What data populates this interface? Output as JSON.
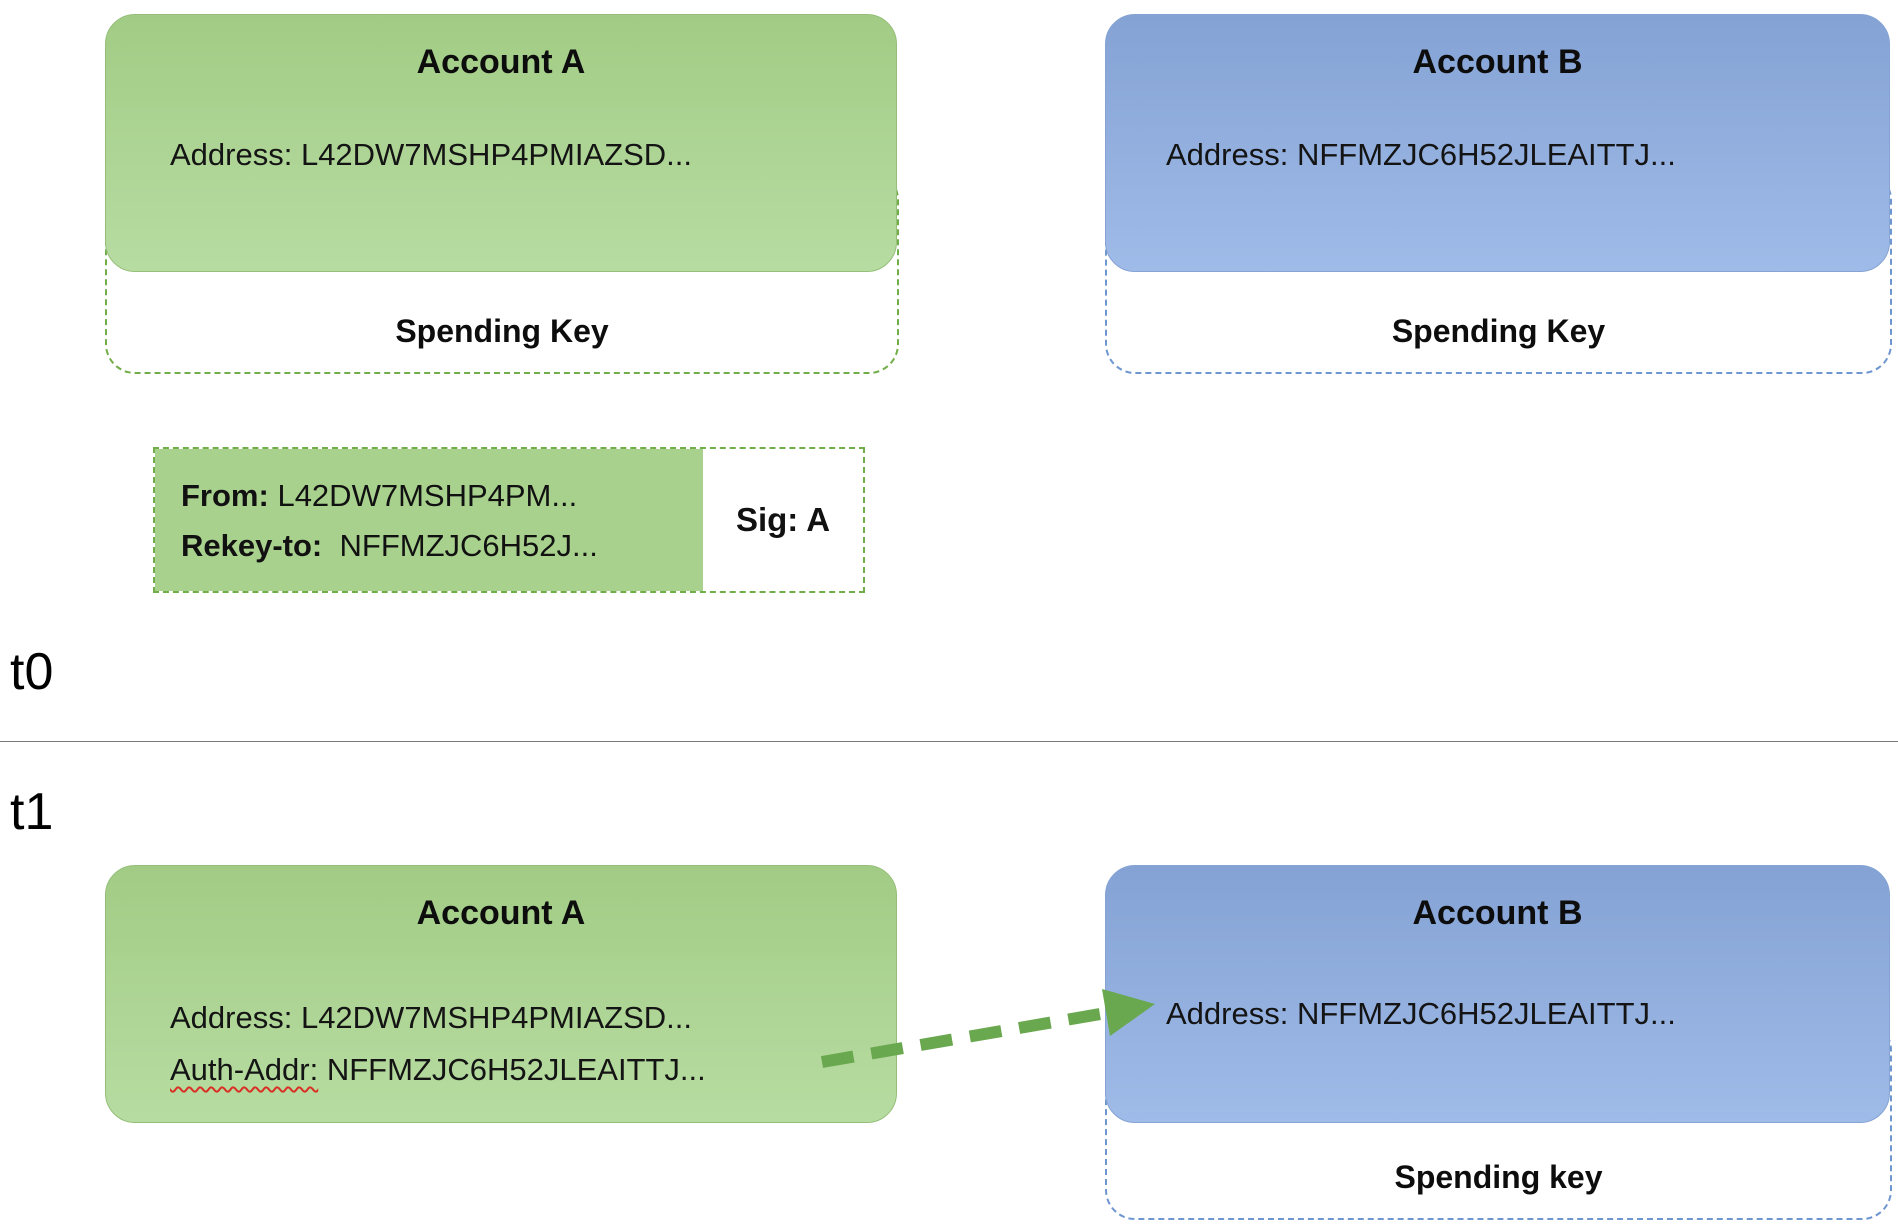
{
  "colors": {
    "account_a_fill": "#a9d18e",
    "account_b_fill": "#8faadc",
    "arrow_green": "#6aa84f",
    "dash_green": "#71ad48",
    "dash_blue": "#6e96cf"
  },
  "t0": {
    "label": "t0",
    "account_a": {
      "title": "Account A",
      "address": "Address: L42DW7MSHP4PMIAZSD...",
      "key_label": "Spending Key"
    },
    "account_b": {
      "title": "Account B",
      "address": "Address: NFFMZJC6H52JLEAITTJ...",
      "key_label": "Spending Key"
    },
    "transaction": {
      "from_label": "From:",
      "from_value": "L42DW7MSHP4PM...",
      "rekey_label": "Rekey-to:",
      "rekey_value": "NFFMZJC6H52J...",
      "sig_label": "Sig: A"
    }
  },
  "t1": {
    "label": "t1",
    "account_a": {
      "title": "Account A",
      "address": "Address: L42DW7MSHP4PMIAZSD...",
      "auth_addr_label": "Auth-Addr:",
      "auth_addr_value": "NFFMZJC6H52JLEAITTJ..."
    },
    "account_b": {
      "title": "Account B",
      "address": "Address: NFFMZJC6H52JLEAITTJ...",
      "key_label": "Spending key"
    }
  }
}
